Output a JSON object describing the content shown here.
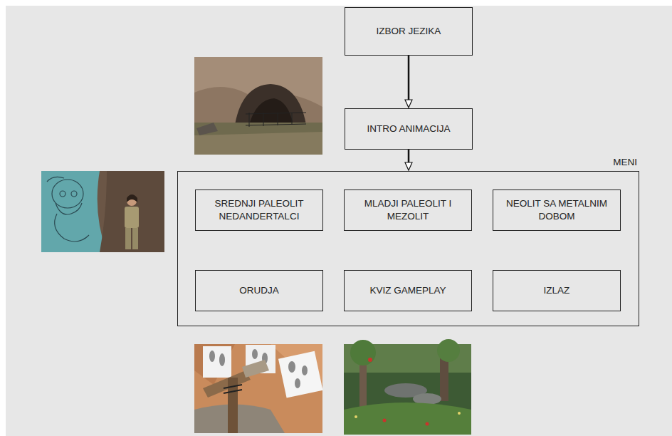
{
  "diagram": {
    "nodes": [
      {
        "text": [
          "IZBOR JEZIKA"
        ]
      },
      {
        "text": [
          "INTRO ANIMACIJA"
        ]
      },
      {
        "text": [
          "MENI"
        ]
      },
      {
        "text": [
          "SREDNJI PALEOLIT NEDANDERTALCI"
        ],
        "in": 2
      },
      {
        "text": [
          "MLADJI PALEOLIT I MEZOLIT"
        ],
        "in": 2
      },
      {
        "text": [
          "NEOLIT SA METALNIM DOBOM"
        ],
        "in": 2
      },
      {
        "text": [
          "ORUDJA"
        ],
        "in": 2
      },
      {
        "text": [
          "KVIZ GAMEPLAY"
        ],
        "in": 2
      },
      {
        "text": [
          "IZLAZ"
        ],
        "in": 2
      }
    ],
    "edges": [
      {
        "from": 0,
        "to": 1,
        "arrow": "to"
      },
      {
        "from": 1,
        "to": 2,
        "arrow": "to"
      }
    ]
  }
}
